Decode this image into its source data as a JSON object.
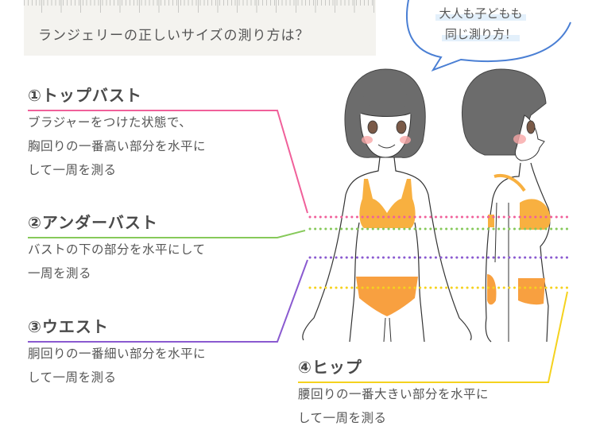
{
  "header": {
    "title": "ランジェリーの正しいサイズの測り方は？"
  },
  "bubble": {
    "line1": "大人も子どもも",
    "line2": "同じ測り方！",
    "border_color": "#4a7fd4"
  },
  "sections": [
    {
      "title": "①トップバスト",
      "desc_lines": [
        "ブラジャーをつけた状態で、",
        "胸回りの一番高い部分を水平に",
        "して一周を測る"
      ],
      "color": "#f0609a"
    },
    {
      "title": "②アンダーバスト",
      "desc_lines": [
        "バストの下の部分を水平にして",
        "一周を測る"
      ],
      "color": "#86c95a"
    },
    {
      "title": "③ウエスト",
      "desc_lines": [
        "胴回りの一番細い部分を水平に",
        "して一周を測る"
      ],
      "color": "#8a5ad0"
    },
    {
      "title": "④ヒップ",
      "desc_lines": [
        "腰回りの一番大きい部分を水平に",
        "して一周を測る"
      ],
      "color": "#f5d21e"
    }
  ],
  "illustration": {
    "front_view": "girl-front-in-underwear",
    "side_view": "girl-side-in-underwear",
    "garment_color": "#f8b040",
    "hair_color": "#6a6a6a"
  }
}
